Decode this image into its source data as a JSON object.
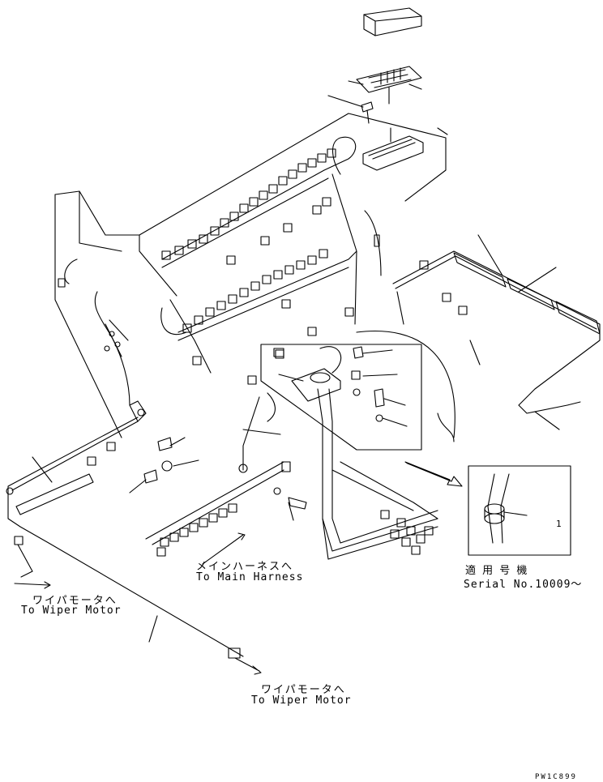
{
  "labels": {
    "main_harness_jp": "メインハーネスへ",
    "main_harness_en": "To Main Harness",
    "wiper_left_jp": "ワイパモータへ",
    "wiper_left_en": "To Wiper Motor",
    "wiper_bottom_jp": "ワイパモータへ",
    "wiper_bottom_en": "To Wiper Motor",
    "serial_jp": "適 用 号 機",
    "serial_en": "Serial No.10009～",
    "detail_callout": "1",
    "drawing_code": "PW1C899"
  },
  "colors": {
    "line": "#000000",
    "background": "#ffffff"
  }
}
